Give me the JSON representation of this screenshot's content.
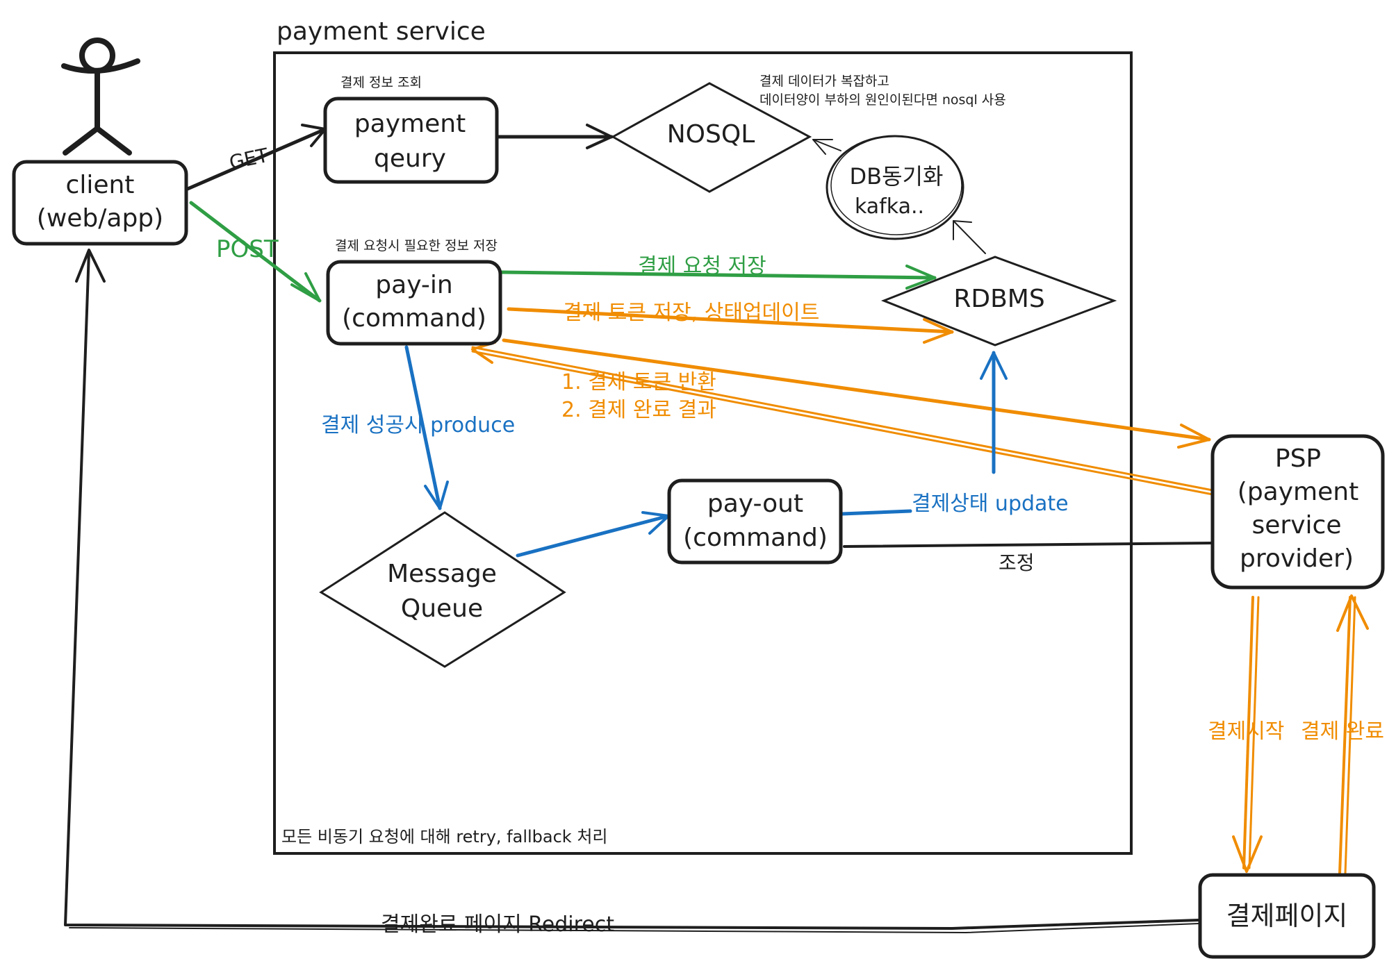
{
  "colors": {
    "ink": "#1e1e1e",
    "green": "#2f9e44",
    "orange": "#f08c00",
    "blue": "#1971c2",
    "background": "#ffffff"
  },
  "service_title": "payment service",
  "service_footer": "모든 비동기 요청에 대해 retry, fallback 처리",
  "actor": {
    "icon": "stick-figure-icon"
  },
  "nodes": {
    "client": [
      "client",
      "(web/app)"
    ],
    "payment_query": [
      "payment",
      "qeury"
    ],
    "nosql": "NOSQL",
    "db_sync": [
      "DB동기화",
      "kafka.."
    ],
    "pay_in": [
      "pay-in",
      "(command)"
    ],
    "rdbms": "RDBMS",
    "message_queue": [
      "Message",
      "Queue"
    ],
    "pay_out": [
      "pay-out",
      "(command)"
    ],
    "psp": [
      "PSP",
      "(payment",
      "service",
      "provider)"
    ],
    "payment_page": "결제페이지"
  },
  "notes": {
    "payment_query_note": "결제 정보 조회",
    "nosql_note": [
      "결제 데이터가 복잡하고",
      "데이터양이 부하의 원인이된다면 nosql 사용"
    ],
    "pay_in_note": "결제 요청시 필요한 정보 저장"
  },
  "edges": {
    "get": "GET",
    "post": "POST",
    "save_request": "결제 요청 저장",
    "save_token": "결제 토큰 저장, 상태업데이트",
    "psp_return": [
      "1. 결제 토큰 반환",
      "2. 결제 완료 결과"
    ],
    "produce": "결제 성공시 produce",
    "status_update": "결제상태 update",
    "reconcile": "조정",
    "start_payment": "결제시작",
    "complete_payment": "결제 완료",
    "redirect": "결제완료 페이지 Redirect"
  }
}
